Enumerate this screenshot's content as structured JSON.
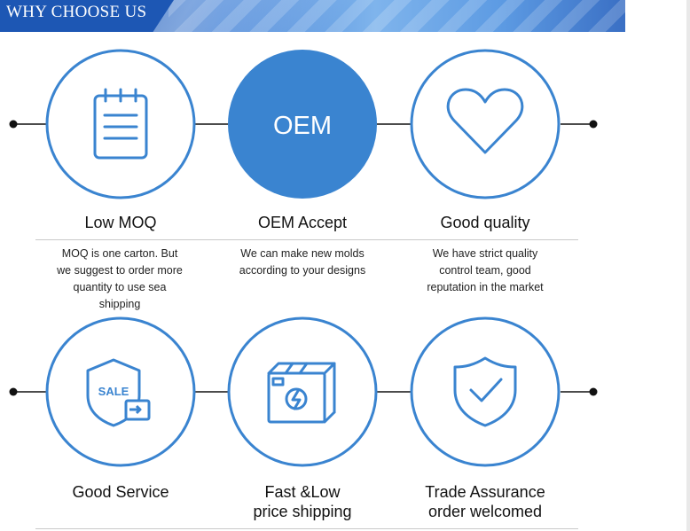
{
  "header": {
    "title": "WHY CHOOSE US"
  },
  "colors": {
    "accent": "#3a84d0",
    "banner": "#1d57b4",
    "line": "#111111"
  },
  "features": [
    {
      "icon": "notepad-icon",
      "title": "Low MOQ",
      "desc": [
        "MOQ is one carton. But",
        "we suggest to order more",
        "quantity to use sea",
        "shipping"
      ]
    },
    {
      "icon": "oem-badge",
      "badge_text": "OEM",
      "title": "OEM Accept",
      "desc": [
        "We can make new molds",
        "according to your designs"
      ]
    },
    {
      "icon": "heart-icon",
      "title": "Good quality",
      "desc": [
        "We have strict quality",
        "control team,  good",
        "reputation in the market"
      ]
    },
    {
      "icon": "sale-shield-icon",
      "badge_text": "SALE",
      "title": "Good Service",
      "desc": []
    },
    {
      "icon": "shipping-box-icon",
      "title": [
        "Fast &Low",
        "price shipping"
      ],
      "desc": []
    },
    {
      "icon": "check-shield-icon",
      "title": [
        "Trade  Assurance",
        "order welcomed"
      ],
      "desc": []
    }
  ]
}
